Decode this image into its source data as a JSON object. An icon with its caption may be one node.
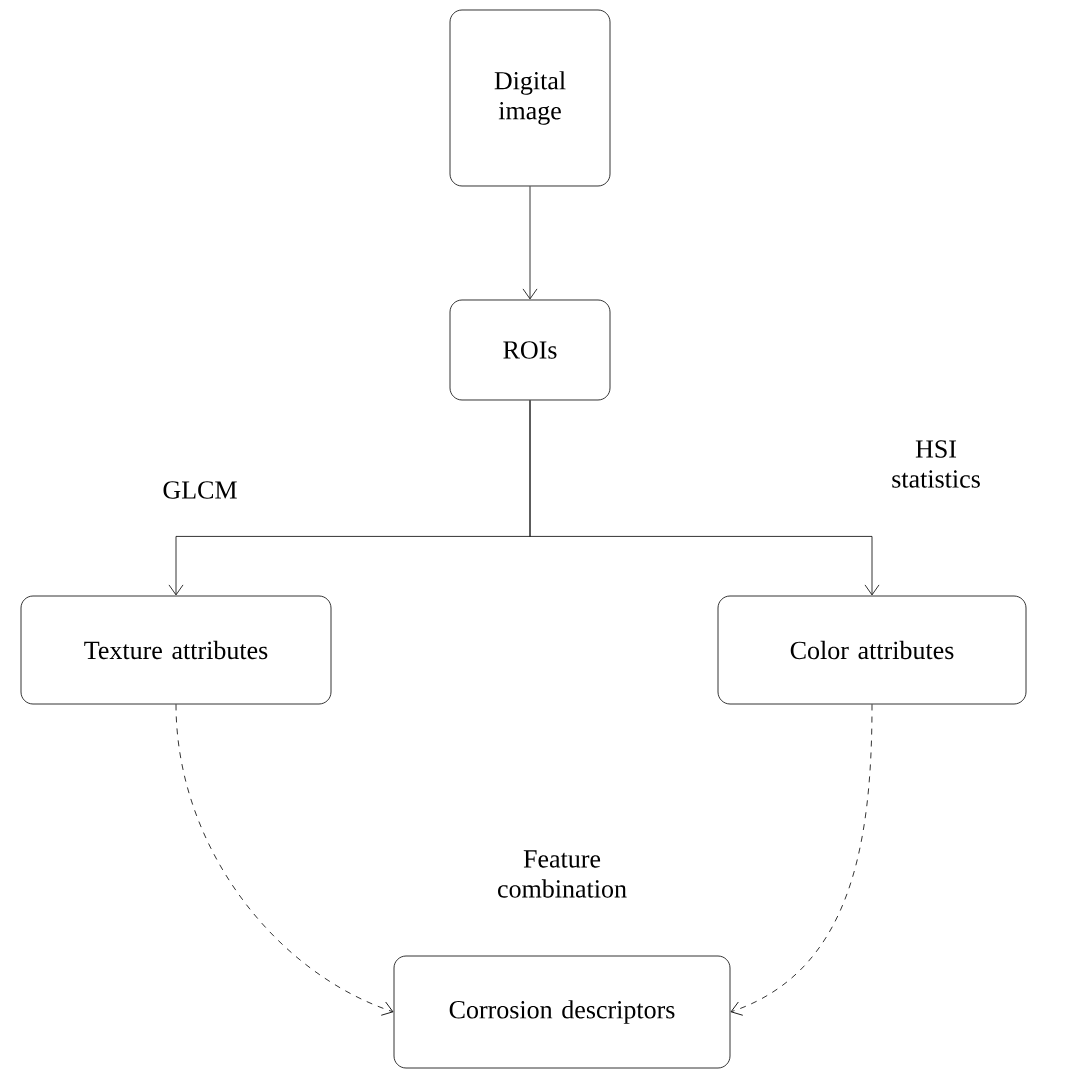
{
  "diagram": {
    "nodes": [
      {
        "text": [
          "Digital image"
        ]
      },
      {
        "text": [
          "ROIs"
        ]
      },
      {
        "text": [
          "Texture attributes"
        ]
      },
      {
        "text": [
          "Color attributes"
        ]
      },
      {
        "text": [
          "Corrosion descriptors"
        ]
      }
    ],
    "edges": [
      {
        "from": 0,
        "to": 1,
        "arrow": "to"
      },
      {
        "from": 1,
        "to": 2,
        "arrow": "to",
        "label": "GLCM"
      },
      {
        "from": 1,
        "to": 3,
        "arrow": "to",
        "label": "HSI statistics"
      },
      {
        "from": 2,
        "to": 4,
        "arrow": "to",
        "style": "dashed"
      },
      {
        "from": 3,
        "to": 4,
        "arrow": "to",
        "style": "dashed"
      }
    ],
    "labels": [
      "Feature combination"
    ]
  }
}
